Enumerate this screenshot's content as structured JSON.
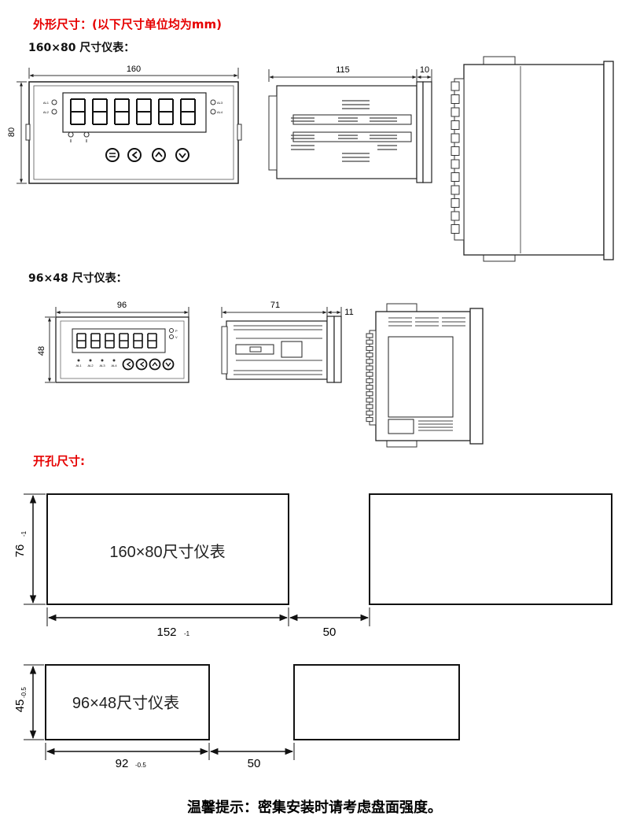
{
  "heading": "外形尺寸：(以下尺寸单位均为mm)",
  "sections": {
    "large": "160×80 尺寸仪表：",
    "small": "96×48 尺寸仪表：",
    "cutout": "开孔尺寸:"
  },
  "large_dims": {
    "width": "160",
    "height": "80",
    "depth": "115",
    "bezel": "10"
  },
  "large_indicators": {
    "al1": "AL1",
    "al2": "AL2",
    "al3": "AL3",
    "al4": "AL4"
  },
  "small_dims": {
    "width": "96",
    "height": "48",
    "depth": "71",
    "bezel": "11"
  },
  "small_indicators": {
    "s1": "AL1",
    "s2": "AL2",
    "s3": "AL3",
    "s4": "AL4",
    "p": "P",
    "v": "V"
  },
  "cutouts": {
    "large": {
      "label": "160×80尺寸仪表",
      "height_main": "76",
      "height_tol": "-1",
      "width_main": "152",
      "width_tol": "-1",
      "gap": "50"
    },
    "small": {
      "label": "96×48尺寸仪表",
      "height_main": "45",
      "height_tol": "-0.5",
      "width_main": "92",
      "width_tol": "-0.5",
      "gap": "50"
    }
  },
  "footer": "温馨提示：密集安装时请考虑盘面强度。"
}
